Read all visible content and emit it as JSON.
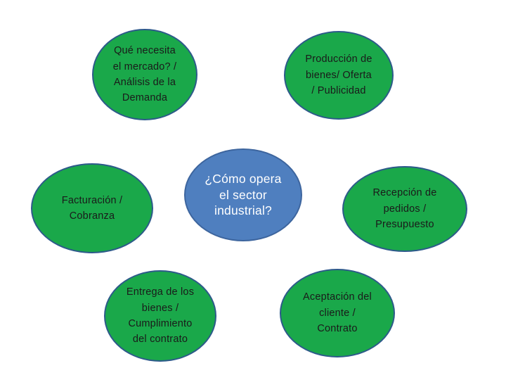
{
  "diagram": {
    "center": "¿Cómo opera\nel sector\nindustrial?",
    "nodes": {
      "demand": "Qué necesita\nel mercado? /\nAnálisis de la\nDemanda",
      "production": "Producción de\nbienes/ Oferta\n/ Publicidad",
      "billing": "Facturación /\nCobranza",
      "orders": "Recepción de\npedidos /\nPresupuesto",
      "delivery": "Entrega de los\nbienes /\nCumplimiento\ndel contrato",
      "acceptance": "Aceptación del\ncliente /\nContrato"
    }
  },
  "colors": {
    "outer_fill": "#1aa84a",
    "outer_border": "#2d5a8a",
    "center_fill": "#4f7fbf"
  }
}
